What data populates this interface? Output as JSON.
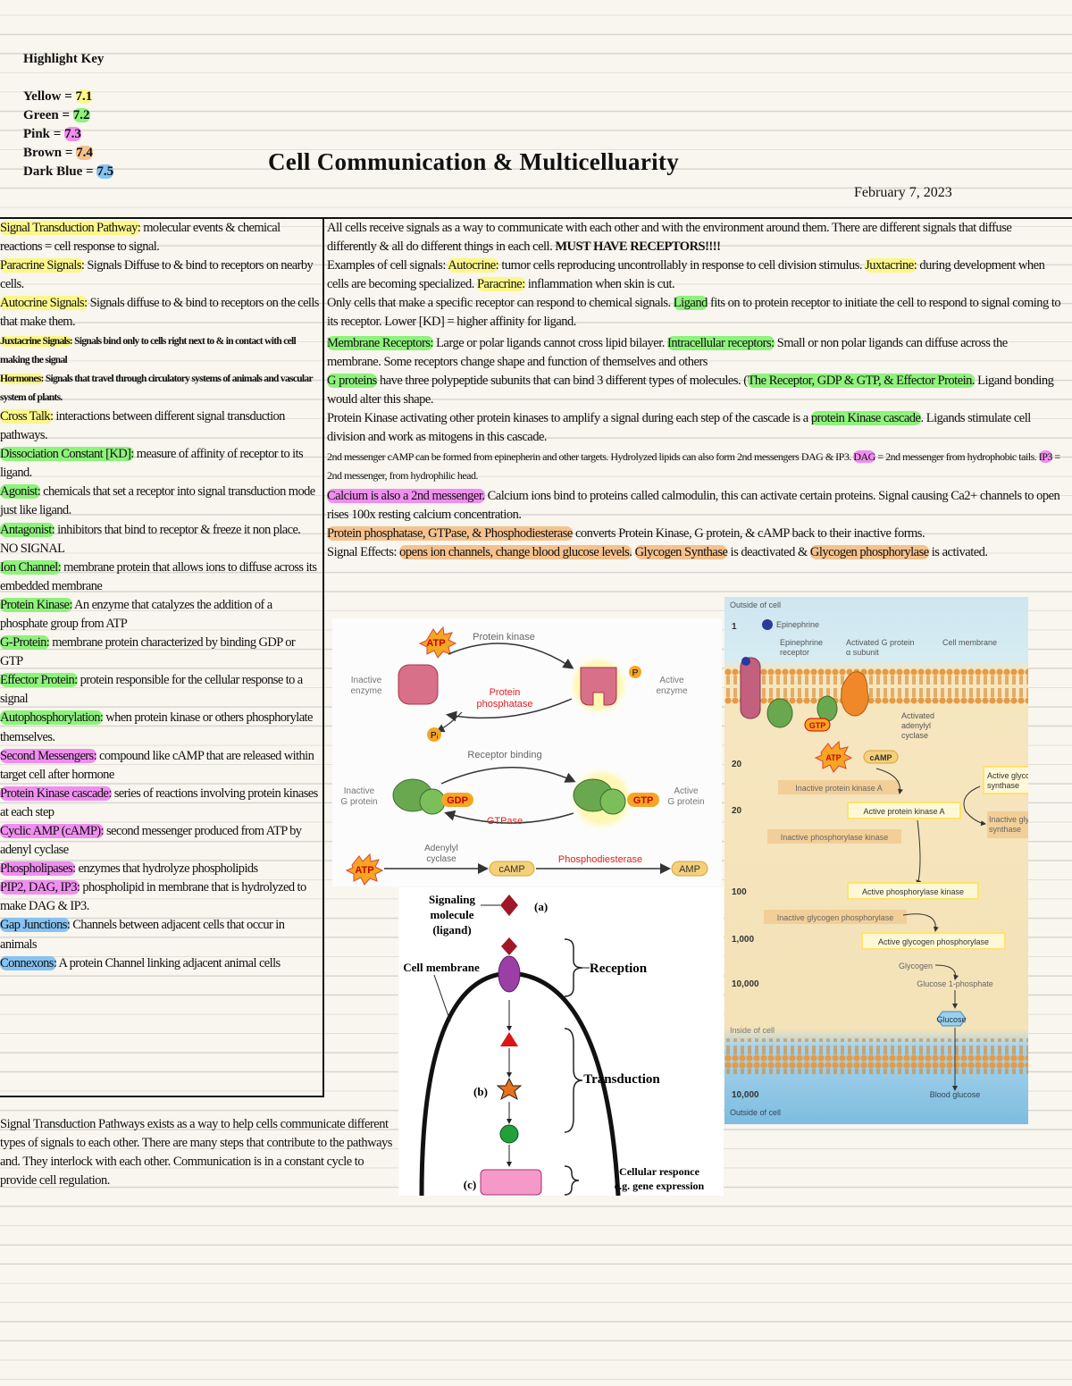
{
  "highlight_key": {
    "heading": "Highlight Key",
    "items": [
      {
        "label": "Yellow =",
        "value": "7.1",
        "color": "#fbf78a"
      },
      {
        "label": "Green =",
        "value": "7.2",
        "color": "#8ef27c"
      },
      {
        "label": "Pink =",
        "value": "7.3",
        "color": "#f08ef0"
      },
      {
        "label": "Brown =",
        "value": "7.4",
        "color": "#f5c28f"
      },
      {
        "label": "Dark Blue =",
        "value": "7.5",
        "color": "#86c3f2"
      }
    ]
  },
  "title": "Cell Communication & Multicelluarity",
  "date": "February 7, 2023",
  "terms": [
    {
      "term": "Signal Transduction Pathway:",
      "def": " molecular events & chemical reactions = cell response to signal.",
      "hl": "y"
    },
    {
      "term": "Paracrine Signals:",
      "def": " Signals Diffuse to & bind to receptors on nearby cells.",
      "hl": "y"
    },
    {
      "term": "Autocrine Signals:",
      "def": " Signals diffuse to & bind to receptors on the cells that make them.",
      "hl": "y"
    },
    {
      "term": "Juxtacrine Signals:",
      "def": " Signals bind only to cells right next to & in contact with cell making the signal",
      "hl": "y",
      "small": true
    },
    {
      "term": "Hormones:",
      "def": " Signals that travel through circulatory systems of animals and vascular system of plants.",
      "hl": "y",
      "small": true
    },
    {
      "term": "Cross Talk:",
      "def": " interactions between different signal transduction pathways.",
      "hl": "y"
    },
    {
      "term": "Dissociation Constant [KD]:",
      "def": " measure of affinity of receptor to its ligand.",
      "hl": "g"
    },
    {
      "term": "Agonist:",
      "def": " chemicals that set a receptor into signal transduction mode just like ligand.",
      "hl": "g"
    },
    {
      "term": "Antagonist:",
      "def": " inhibitors that bind to receptor & freeze it non place. NO SIGNAL",
      "hl": "g"
    },
    {
      "term": "Ion Channel:",
      "def": " membrane protein that allows ions to diffuse across its embedded membrane",
      "hl": "g"
    },
    {
      "term": "Protein Kinase:",
      "def": " An enzyme that catalyzes the addition of a phosphate group from ATP",
      "hl": "g"
    },
    {
      "term": "G-Protein:",
      "def": " membrane protein characterized by binding GDP or GTP",
      "hl": "g"
    },
    {
      "term": "Effector Protein:",
      "def": " protein responsible for the cellular response to a signal",
      "hl": "g"
    },
    {
      "term": "Autophosphorylation:",
      "def": " when protein kinase or others phosphorylate themselves.",
      "hl": "g"
    },
    {
      "term": "Second Messengers:",
      "def": " compound like cAMP that are released within target cell after hormone",
      "hl": "p"
    },
    {
      "term": "Protein Kinase cascade:",
      "def": " series of reactions involving protein kinases at each step",
      "hl": "p"
    },
    {
      "term": "Cyclic AMP (cAMP):",
      "def": " second messenger produced from ATP by adenyl cyclase",
      "hl": "p"
    },
    {
      "term": "Phospholipases:",
      "def": " enzymes that hydrolyze phospholipids",
      "hl": "p"
    },
    {
      "term": "PIP2, DAG, IP3:",
      "def": " phospholipid in membrane that is hydrolyzed to make DAG & IP3.",
      "hl": "p"
    },
    {
      "term": "Gap Junctions:",
      "def": " Channels between adjacent cells that occur in animals",
      "hl": "d"
    },
    {
      "term": "Connexons:",
      "def": " A protein Channel linking adjacent animal cells",
      "hl": "d"
    }
  ],
  "notes": {
    "p1a": "All cells receive signals as a way to communicate with each other and with the environment around them. There are different signals that diffuse differently & all do different things in each cell.",
    "p1b": "MUST HAVE RECEPTORS!!!!",
    "p2a": "Examples of cell signals: ",
    "p2_autocrine": "Autocrine:",
    "p2b": " tumor cells reproducing uncontrollably in response to cell division stimulus.",
    "p2_juxtacrine": "Juxtacrine:",
    "p2c": " during development when cells are becoming specialized. ",
    "p2_paracrine": "Paracrine:",
    "p2d": " inflammation when skin is cut.",
    "p3a": "Only cells that make a specific receptor can respond to chemical signals. ",
    "p3_ligand": "Ligand",
    "p3b": " fits on to protein receptor to initiate the cell to respond to signal coming to its receptor. Lower [KD] = higher affinity for ligand.",
    "p4_membrane": "Membrane Receptors:",
    "p4a": " Large or polar ligands cannot cross lipid bilayer. ",
    "p4_intra": "Intracellular receptors:",
    "p4b": " Small or non polar ligands can diffuse across the membrane.  Some receptors change shape and function of themselves and others",
    "p5_gprot": "G proteins",
    "p5a": " have three polypeptide subunits that can bind 3 different types of molecules. (",
    "p5_list": "The Receptor, GDP & GTP, & Effector Protein.",
    "p5b": " Ligand bonding would alter this shape.",
    "p6a": "Protein Kinase activating other protein kinases to amplify a signal during each step of the cascade is a ",
    "p6_pkc": "protein Kinase cascade",
    "p6b": ". Ligands stimulate cell division and work as mitogens in this cascade.",
    "p7a": "2nd messenger cAMP can be formed from epinepherin and other targets. Hydrolyzed lipids can also form 2nd messengers DAG & IP3. ",
    "p7_dag": "DAG",
    "p7b": " = 2nd messenger from hydrophobic tails. ",
    "p7_ip3": "IP3",
    "p7c": " = 2nd messenger, from hydrophilic head.",
    "p8_calcium": "Calcium is also a 2nd messenger.",
    "p8a": " Calcium ions bind to proteins called calmodulin, this can activate certain proteins. Signal causing Ca2+ channels to open rises 100x resting calcium concentration.",
    "p9_phos": "Protein phosphatase, GTPase, & Phosphodiesterase",
    "p9a": " converts Protein Kinase, G protein, & cAMP back to their inactive forms.",
    "p10a": "Signal Effects: ",
    "p10_ion": "opens ion channels, change blood glucose levels.",
    "p10_gs": "Glycogen Synthase",
    "p10b": " is deactivated & ",
    "p10_gp": "Glycogen phosphorylase",
    "p10c": " is activated."
  },
  "summary": "Signal Transduction Pathways exists as a way to help cells communicate different types of signals to each other. There are many steps that contribute to the pathways and. They interlock with each other. Communication is in a constant cycle to provide cell regulation.",
  "figure1": {
    "atp": "ATP",
    "protein_kinase": "Protein kinase",
    "inactive_enzyme": [
      "Inactive",
      "enzyme"
    ],
    "active_enzyme": [
      "Active",
      "enzyme"
    ],
    "protein_phosphatase": [
      "Protein",
      "phosphatase"
    ],
    "p": "P",
    "pi": "Pᵢ",
    "receptor_binding": "Receptor binding",
    "inactive_g": [
      "Inactive",
      "G protein"
    ],
    "active_g": [
      "Active",
      "G protein"
    ],
    "gdp": "GDP",
    "gtp": "GTP",
    "gtpase": "GTPase",
    "adenylyl": [
      "Adenylyl",
      "cyclase"
    ],
    "phosphodiesterase": "Phosphodiesterase",
    "camp": "cAMP",
    "amp": "AMP"
  },
  "figure2": {
    "signaling": [
      "Signaling",
      "molecule",
      "(ligand)"
    ],
    "a": "(a)",
    "b": "(b)",
    "c": "(c)",
    "cell_membrane": "Cell membrane",
    "reception": "Reception",
    "transduction": "Transduction",
    "cellular": [
      "Cellular responce",
      "e.g. gene expression"
    ]
  },
  "figure3": {
    "outside_top": "Outside of cell",
    "one": "1",
    "epinephrine": "Epinephrine",
    "epi_receptor": [
      "Epinephrine",
      "receptor"
    ],
    "activated_g": [
      "Activated G protein",
      "α subunit"
    ],
    "cell_membrane": "Cell membrane",
    "activated_ac": [
      "Activated",
      "adenylyl",
      "cyclase"
    ],
    "gtp": "GTP",
    "atp": "ATP",
    "camp": "cAMP",
    "n20a": "20",
    "n20b": "20",
    "n100": "100",
    "n1000": "1,000",
    "n10000a": "10,000",
    "n10000b": "10,000",
    "inactive_pka": "Inactive protein kinase A",
    "active_pka": "Active protein kinase A",
    "active_gs": [
      "Active glycogen",
      "synthase"
    ],
    "inactive_gs": [
      "Inactive glycogen",
      "synthase"
    ],
    "inactive_phk": "Inactive phosphorylase kinase",
    "active_phk": "Active phosphorylase kinase",
    "inactive_gp": "Inactive glycogen phosphorylase",
    "active_gp": "Active glycogen phosphorylase",
    "glycogen": "Glycogen",
    "g1p": "Glucose 1-phosphate",
    "glucose": "Glucose",
    "inside": "Inside of cell",
    "blood_glucose": "Blood glucose",
    "outside_bottom": "Outside of cell"
  }
}
